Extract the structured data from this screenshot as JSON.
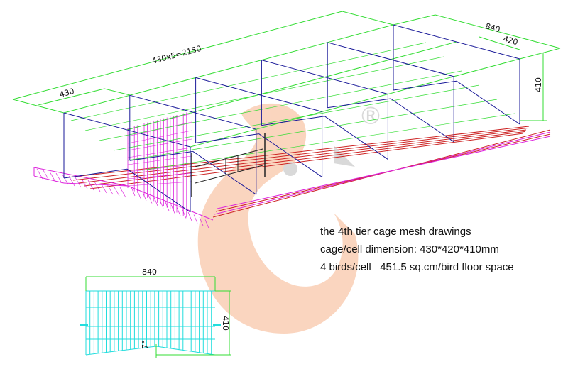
{
  "drawing": {
    "dimensions": {
      "length_total": "430x5=2150",
      "cell_width": "430",
      "depth_total": "840",
      "depth_half": "420",
      "height": "410"
    },
    "caption": [
      "the 4th tier cage mesh drawings",
      "cage/cell dimension: 430*420*410mm",
      "4 birds/cell   451.5 sq.cm/bird floor space"
    ],
    "side_view": {
      "width": "840",
      "height": "410",
      "floor_angle": "7°"
    },
    "watermark": {
      "mark": "®"
    },
    "colors": {
      "frame_green": "#33dd33",
      "partition_blue": "#1a1a99",
      "floor_red": "#cc2222",
      "mesh_magenta": "#dd22dd",
      "side_cyan": "#22dddd",
      "watermark_orange": "#f6b38a"
    }
  }
}
